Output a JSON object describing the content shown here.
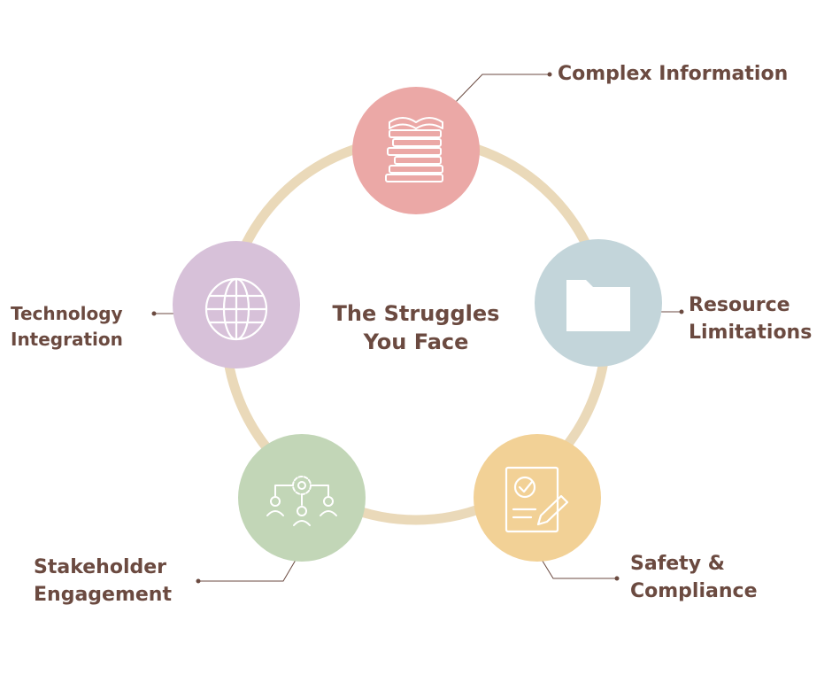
{
  "title": [
    "The Struggles",
    "You Face"
  ],
  "nodes": [
    {
      "id": "complex-information",
      "label_lines": [
        "Complex Information"
      ],
      "color": "#eba8a6",
      "icon": "books-icon"
    },
    {
      "id": "resource-limitations",
      "label_lines": [
        "Resource",
        "Limitations"
      ],
      "color": "#c3d5da",
      "icon": "folder-icon"
    },
    {
      "id": "safety-compliance",
      "label_lines": [
        "Safety &",
        "Compliance"
      ],
      "color": "#f2d196",
      "icon": "checklist-icon"
    },
    {
      "id": "stakeholder-engagement",
      "label_lines": [
        "Stakeholder",
        "Engagement"
      ],
      "color": "#c2d6b7",
      "icon": "team-gear-icon"
    },
    {
      "id": "technology-integration",
      "label_lines": [
        "Technology",
        "Integration"
      ],
      "color": "#d7c1d9",
      "icon": "globe-icon"
    }
  ],
  "colors": {
    "ring": "#ead9b9",
    "text": "#6b4a40",
    "connector": "#6b4a40",
    "icon": "#ffffff"
  }
}
